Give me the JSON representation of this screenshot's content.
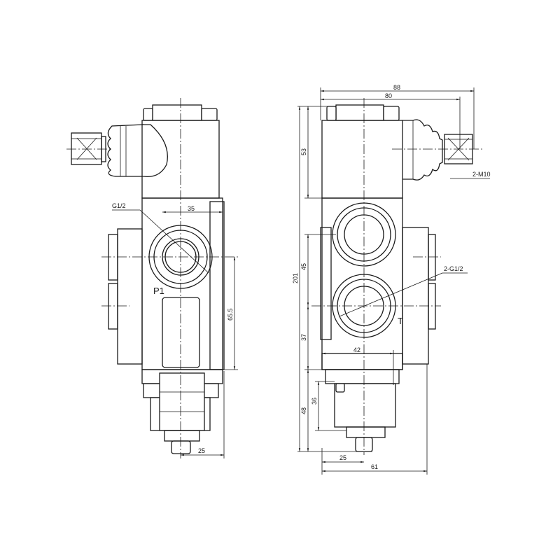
{
  "left_view": {
    "port_label": "P1",
    "thread_label": "G1/2",
    "dims": {
      "port_width": "35",
      "port_height": "65.5",
      "knob_offset": "25"
    }
  },
  "right_view": {
    "port_label": "T",
    "thread_label": "2-G1/2",
    "mount_label": "2-M10",
    "dims": {
      "overall_width": "88",
      "mount_width": "80",
      "coil_height": "53",
      "total_height": "201",
      "port_spacing": "45",
      "port_to_base": "37",
      "base_width": "42",
      "bottom_height": "48",
      "cap_height": "36",
      "knob_offset": "25",
      "body_width": "61"
    }
  }
}
